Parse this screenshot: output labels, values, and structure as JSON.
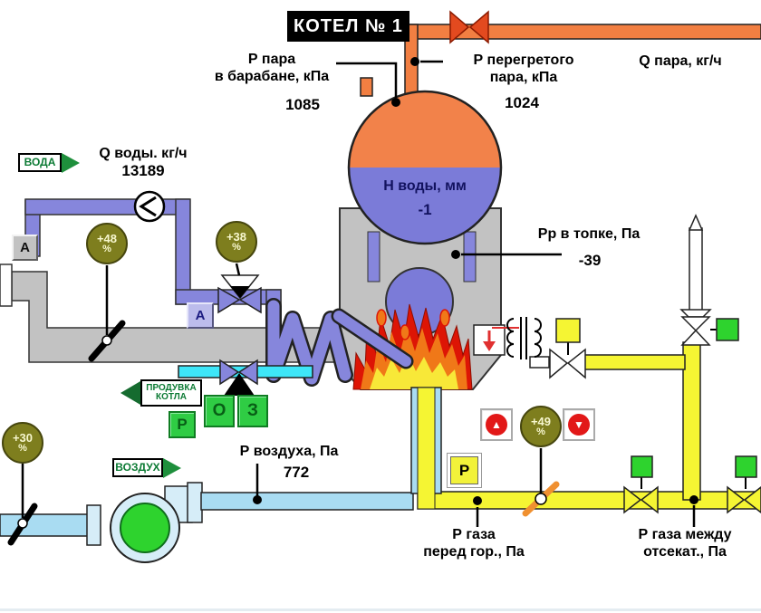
{
  "title": "КОТЕЛ № 1",
  "labels": {
    "drum_pressure": {
      "l1": "Р  пара",
      "l2": "в барабане, кПа",
      "value": "1085"
    },
    "superheated_pressure": {
      "l1": "Р  перегретого",
      "l2": "пара, кПа",
      "value": "1024"
    },
    "steam_flow": {
      "l1": "Q пара, кг/ч"
    },
    "water_flow": {
      "l1": "Q воды. кг/ч",
      "value": "13189"
    },
    "water_level": {
      "l1": "Н  воды, мм",
      "value": "-1"
    },
    "furnace_pressure": {
      "l1": "Рр в топке, Па",
      "value": "-39"
    },
    "air_pressure": {
      "l1": "Р  воздуха, Па",
      "value": "772"
    },
    "gas_before_burner": {
      "l1": "Р  газа",
      "l2": "перед гор., Па"
    },
    "gas_between_valves": {
      "l1": "Р  газа между",
      "l2": "отсекат., Па"
    }
  },
  "tags": {
    "water": "ВОДА",
    "air": "ВОЗДУХ",
    "blowdown_l1": "ПРОДУВКА",
    "blowdown_l2": "КОТЛА"
  },
  "gauges": {
    "flue_damper": {
      "value": "+48",
      "unit": "%"
    },
    "feedwater_valve": {
      "value": "+38",
      "unit": "%"
    },
    "air_damper": {
      "value": "+30",
      "unit": "%"
    },
    "gas_damper": {
      "value": "+49",
      "unit": "%"
    }
  },
  "buttons": {
    "auto_flue": "А",
    "auto_feed": "А",
    "open": "О",
    "close": "З",
    "blowdown_manual": "Р",
    "gas_manual": "Р"
  },
  "icons": {
    "arrow_up": "▲",
    "arrow_down": "▼"
  },
  "colors": {
    "steam": "#F27F42",
    "feedwater": "#8686DC",
    "gas": "#F5F533",
    "air": "#A9DCF2",
    "blowdown": "#3EE6F8",
    "boiler_body": "#C2C2C2",
    "gauge": "#7E7E1E",
    "indicator_green": "#2ED32E",
    "flame_core": "#F8E838"
  }
}
